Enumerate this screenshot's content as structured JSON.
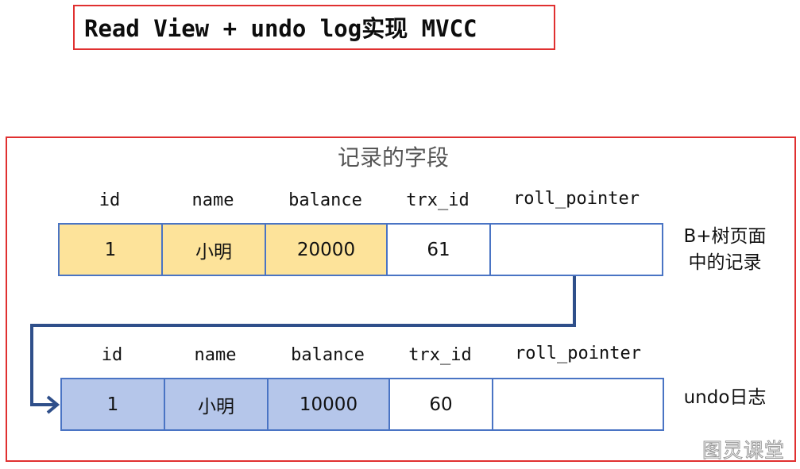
{
  "title": "Read View + undo log实现 MVCC",
  "section_caption": "记录的字段",
  "columns": [
    "id",
    "name",
    "balance",
    "trx_id",
    "roll_pointer"
  ],
  "current_record": {
    "cells": [
      "1",
      "小明",
      "20000",
      "61",
      ""
    ],
    "label_line1": "B+树页面",
    "label_line2": "中的记录"
  },
  "undo_record": {
    "cells": [
      "1",
      "小明",
      "10000",
      "60",
      ""
    ],
    "label": "undo日志"
  },
  "watermark": "图灵课堂",
  "colors": {
    "frame_red": "#e03030",
    "table_border_blue": "#4a74c4",
    "highlight_yellow": "#fde39a",
    "highlight_blue": "#b5c6ea",
    "arrow": "#2f4f8a"
  }
}
